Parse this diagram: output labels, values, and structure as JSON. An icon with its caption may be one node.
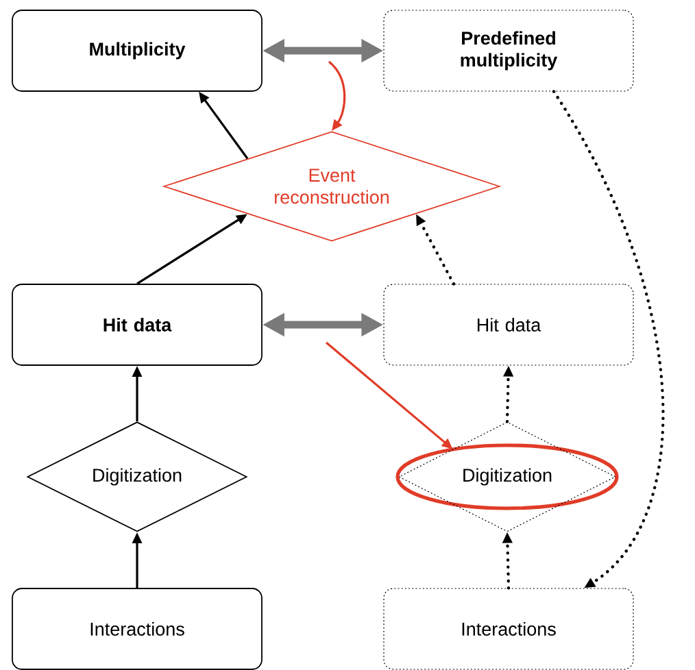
{
  "diagram": {
    "nodes": [
      {
        "text": [
          "Multiplicity"
        ]
      },
      {
        "text": [
          "Predefined multiplicity"
        ]
      },
      {
        "text": [
          "Event reconstruction"
        ]
      },
      {
        "text": [
          "Hit data"
        ]
      },
      {
        "text": [
          "Hit data"
        ]
      },
      {
        "text": [
          "Digitization"
        ]
      },
      {
        "text": [
          "Digitization"
        ]
      },
      {
        "text": [
          "Interactions"
        ]
      },
      {
        "text": [
          "Interactions"
        ]
      }
    ],
    "edges": [
      {
        "from": 0,
        "to": 1,
        "arrow": "both",
        "style": "thick",
        "color": "#7a7a7a"
      },
      {
        "from": null,
        "to": 2,
        "arrow": "to",
        "color": "#e03c28"
      },
      {
        "from": 2,
        "to": 0,
        "arrow": "to"
      },
      {
        "from": 3,
        "to": 2,
        "arrow": "to"
      },
      {
        "from": 4,
        "to": 2,
        "arrow": "to",
        "style": "dashed"
      },
      {
        "from": 3,
        "to": 4,
        "arrow": "both",
        "style": "thick",
        "color": "#7a7a7a"
      },
      {
        "from": null,
        "to": 6,
        "arrow": "to",
        "color": "#e03c28"
      },
      {
        "from": 5,
        "to": 3,
        "arrow": "to"
      },
      {
        "from": 7,
        "to": 5,
        "arrow": "to"
      },
      {
        "from": 6,
        "to": 4,
        "arrow": "to",
        "style": "dashed"
      },
      {
        "from": 8,
        "to": 6,
        "arrow": "to",
        "style": "dashed"
      },
      {
        "from": 1,
        "to": 8,
        "arrow": "to",
        "style": "dashed"
      }
    ]
  }
}
